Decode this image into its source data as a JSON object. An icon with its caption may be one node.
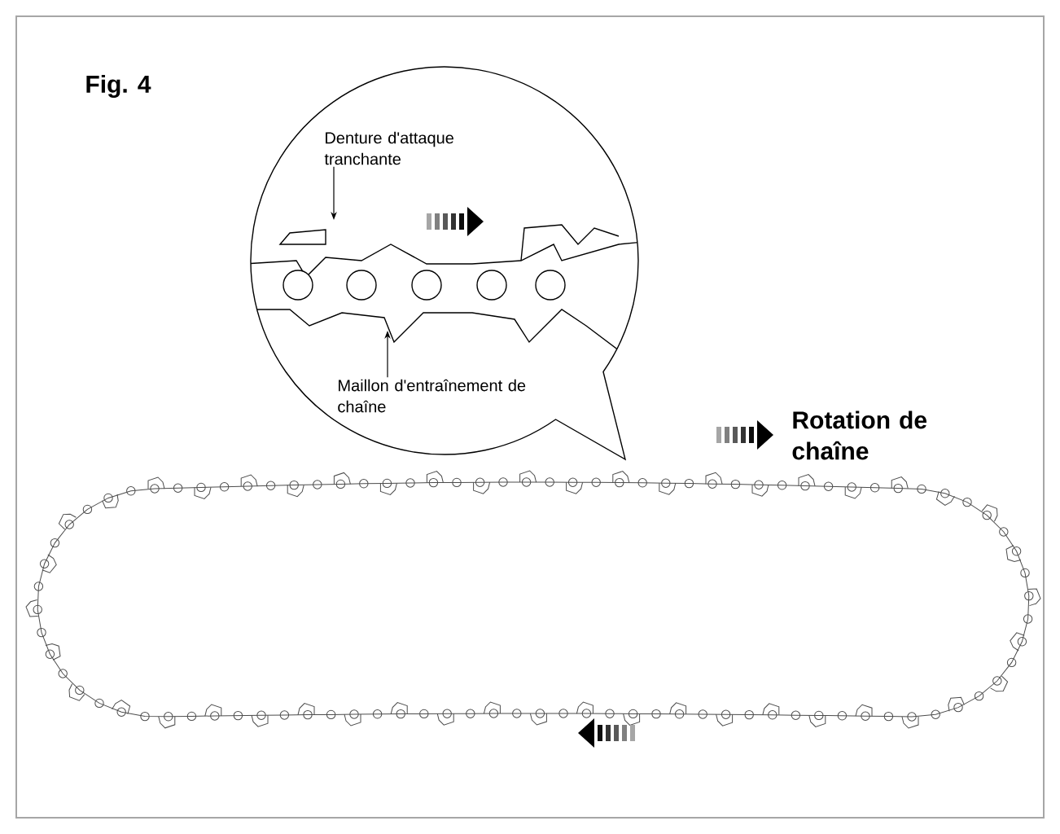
{
  "diagram": {
    "title": "Fig. 4",
    "nodes": [
      {
        "text": [
          "Denture d'attaque tranchante"
        ]
      },
      {
        "text": [
          "Maillon d'entraînement de chaîne"
        ]
      }
    ],
    "edges": [
      {
        "from": 0,
        "to": null,
        "arrow": "to"
      },
      {
        "from": 1,
        "to": null,
        "arrow": "to"
      }
    ],
    "labels": [
      "Rotation de chaîne"
    ]
  }
}
